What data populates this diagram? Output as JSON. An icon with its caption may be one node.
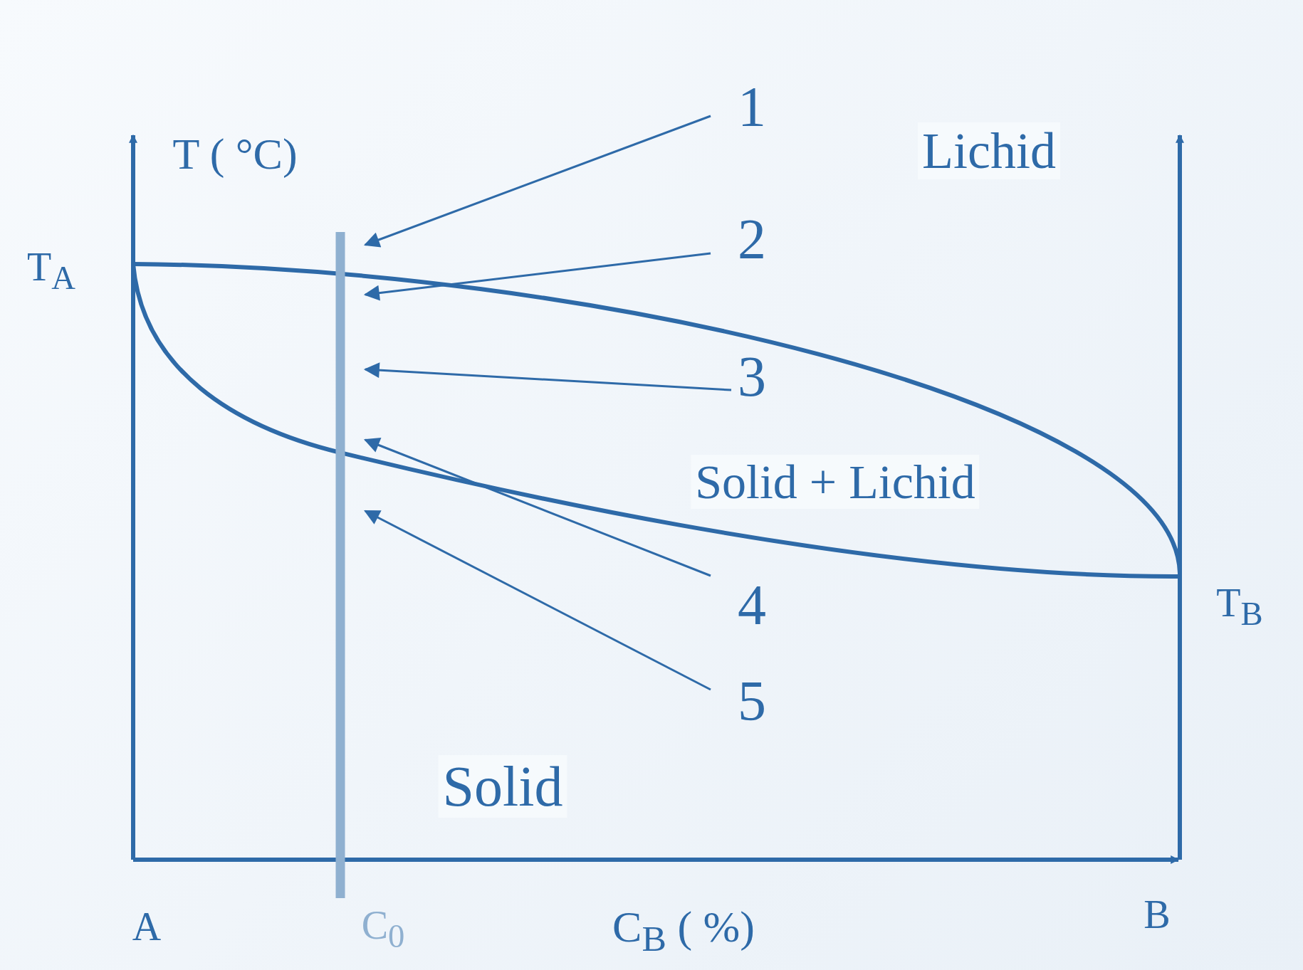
{
  "diagram": {
    "nodes": [
      {
        "text": [
          "1"
        ]
      },
      {
        "text": [
          "2"
        ]
      },
      {
        "text": [
          "3"
        ]
      },
      {
        "text": [
          "4"
        ]
      },
      {
        "text": [
          "5"
        ]
      }
    ],
    "edges": [
      {
        "from": 0,
        "to": null,
        "arrow": "to"
      },
      {
        "from": 1,
        "to": null,
        "arrow": "to"
      },
      {
        "from": 2,
        "to": null,
        "arrow": "to"
      },
      {
        "from": 3,
        "to": null,
        "arrow": "to"
      },
      {
        "from": 4,
        "to": null,
        "arrow": "to"
      }
    ],
    "labels": [
      "T ( °C)",
      "Lichid",
      "T$_{A}$",
      "Solid + Lichid",
      "T$_{B}$",
      "Solid",
      "A",
      "C$_{0}$",
      "C$_{B}$ ( %)",
      "B"
    ]
  }
}
